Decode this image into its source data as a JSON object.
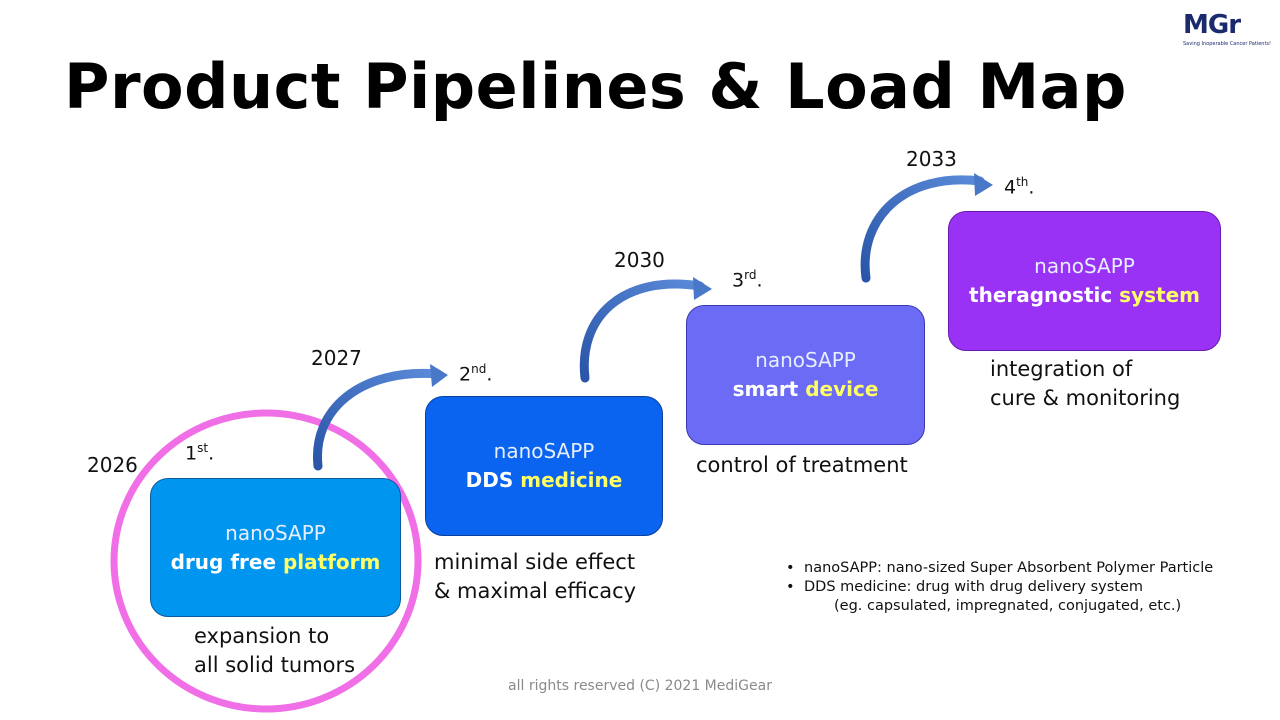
{
  "title": "Product Pipelines & Load Map",
  "logo": {
    "mark": "MGr",
    "tagline": "Saving Inoperable Cancer Patients!"
  },
  "stages": [
    {
      "year": "2026",
      "ordinal": "1",
      "ordinal_suffix": "st",
      "ordinal_tail": ".",
      "product": "nanoSAPP",
      "desc_plain": "drug free ",
      "desc_highlight": "platform",
      "caption_lines": [
        "expansion to",
        "all solid tumors"
      ],
      "color": "#0096f0"
    },
    {
      "year": "2027",
      "ordinal": "2",
      "ordinal_suffix": "nd",
      "ordinal_tail": ".",
      "product": "nanoSAPP",
      "desc_plain": "DDS ",
      "desc_highlight": "medicine",
      "caption_lines": [
        "minimal side effect",
        "& maximal efficacy"
      ],
      "color": "#0a64f0"
    },
    {
      "year": "2030",
      "ordinal": "3",
      "ordinal_suffix": "rd",
      "ordinal_tail": ".",
      "product": "nanoSAPP",
      "desc_plain": "smart ",
      "desc_highlight": "device",
      "caption_lines": [
        "control of treatment"
      ],
      "color": "#6b6bf5"
    },
    {
      "year": "2033",
      "ordinal": "4",
      "ordinal_suffix": "th",
      "ordinal_tail": ".",
      "product": "nanoSAPP",
      "desc_plain": "theragnostic ",
      "desc_highlight": "system",
      "caption_lines": [
        "integration of",
        "cure & monitoring"
      ],
      "color": "#9a32f5"
    }
  ],
  "notes": {
    "items": [
      "nanoSAPP: nano-sized Super Absorbent Polymer Particle",
      "DDS medicine: drug with drug delivery system"
    ],
    "continuation": "(eg. capsulated, impregnated, conjugated, etc.)"
  },
  "footer": "all rights reserved (C) 2021 MediGear",
  "colors": {
    "circle": "#f06ee6",
    "arrow": "#3a6cc0",
    "highlight": "#ffff66"
  }
}
